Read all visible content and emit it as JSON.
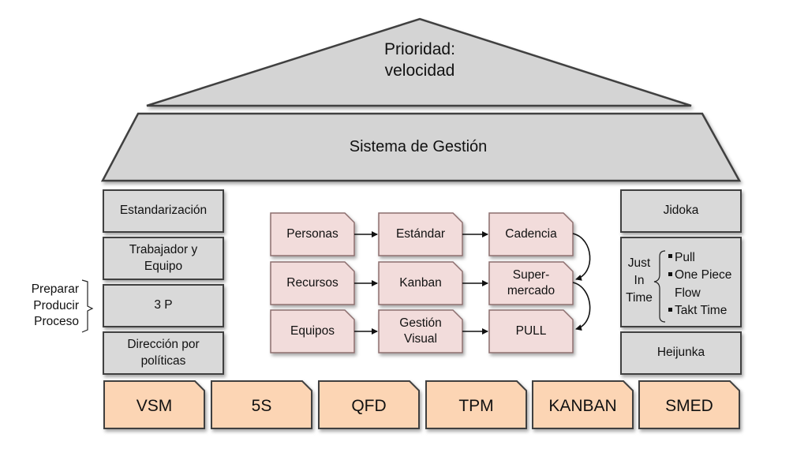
{
  "roof": {
    "title": "Prioridad:\nvelocidad"
  },
  "band": {
    "title": "Sistema de Gestión"
  },
  "left_column": [
    "Estandarización",
    "Trabajador y\nEquipo",
    "3 P",
    "Dirección por\npolíticas"
  ],
  "side_note": "Preparar\nProducir\nProceso",
  "flow": {
    "rows": [
      [
        "Personas",
        "Estándar",
        "Cadencia"
      ],
      [
        "Recursos",
        "Kanban",
        "Super-\nmercado"
      ],
      [
        "Equipos",
        "Gestión\nVisual",
        "PULL"
      ]
    ]
  },
  "right_column": {
    "top": "Jidoka",
    "jit_label": "Just\nIn\nTime",
    "jit_items": [
      "Pull",
      "One Piece",
      "Flow",
      "Takt Time"
    ],
    "bottom": "Heijunka"
  },
  "base": [
    "VSM",
    "5S",
    "QFD",
    "TPM",
    "KANBAN",
    "SMED"
  ],
  "colors": {
    "grey_fill": "#d9d9d9",
    "roof_fill": "#d4d4d4",
    "pink_fill": "#f2dcdb",
    "orange_fill": "#fcd5b4",
    "stroke": "#404040",
    "pink_stroke": "#8c6e6e"
  }
}
